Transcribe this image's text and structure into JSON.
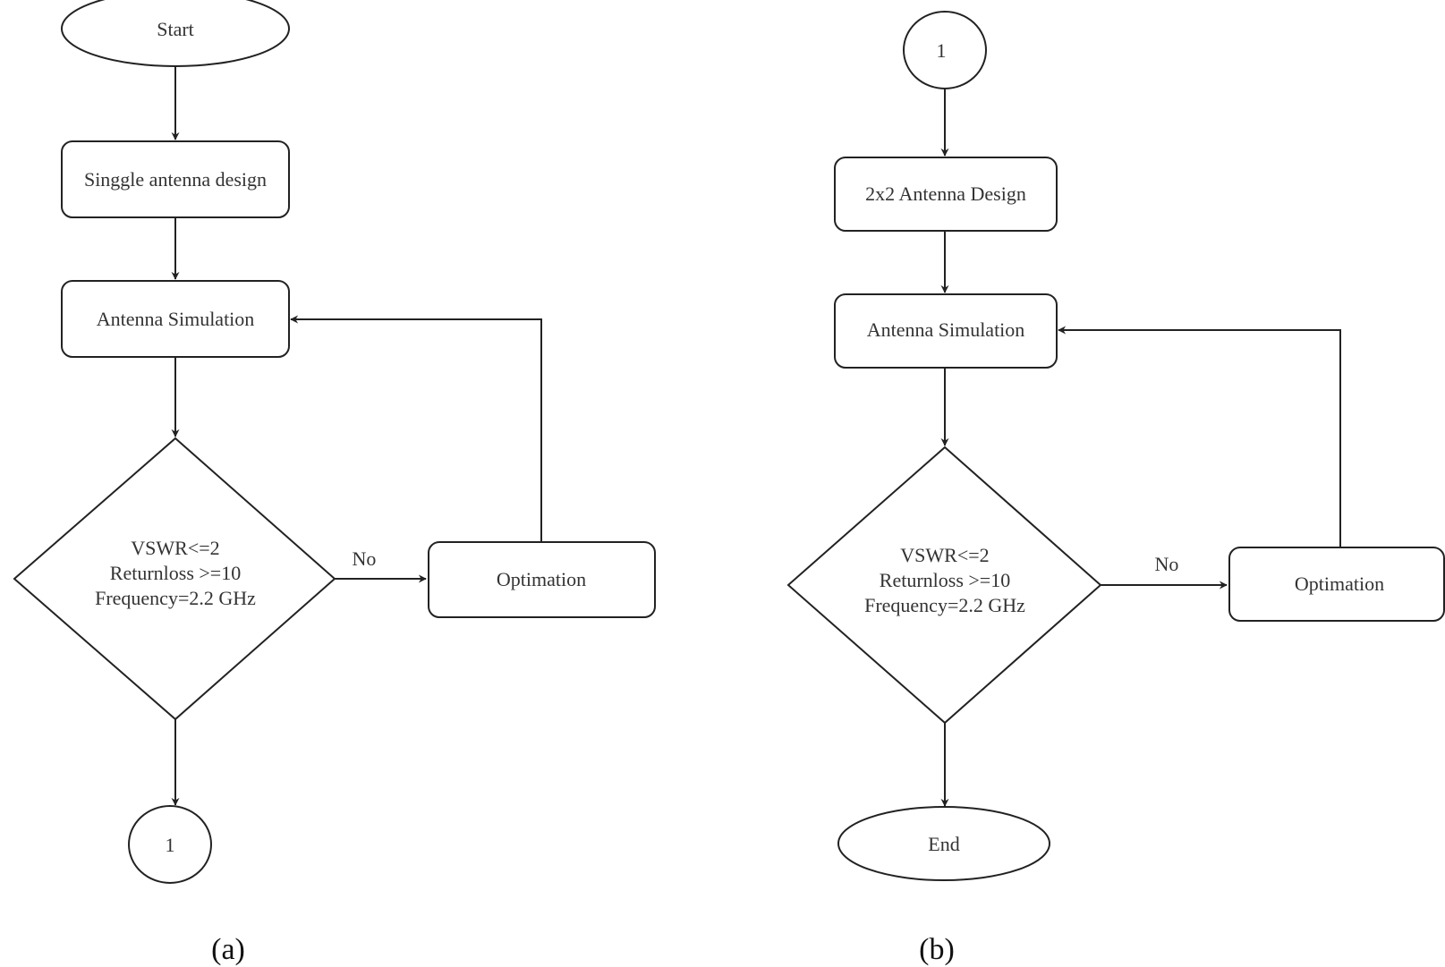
{
  "diagram": {
    "panel_a": {
      "caption": "(a)",
      "start": "Start",
      "design": "Singgle antenna design",
      "simulation": "Antenna Simulation",
      "decision": [
        "VSWR<=2",
        "Returnloss >=10",
        "Frequency=2.2 GHz"
      ],
      "no_label": "No",
      "optimation": "Optimation",
      "connector": "1"
    },
    "panel_b": {
      "caption": "(b)",
      "connector": "1",
      "design": "2x2 Antenna Design",
      "simulation": "Antenna Simulation",
      "decision": [
        "VSWR<=2",
        "Returnloss >=10",
        "Frequency=2.2 GHz"
      ],
      "no_label": "No",
      "optimation": "Optimation",
      "end": "End"
    }
  }
}
